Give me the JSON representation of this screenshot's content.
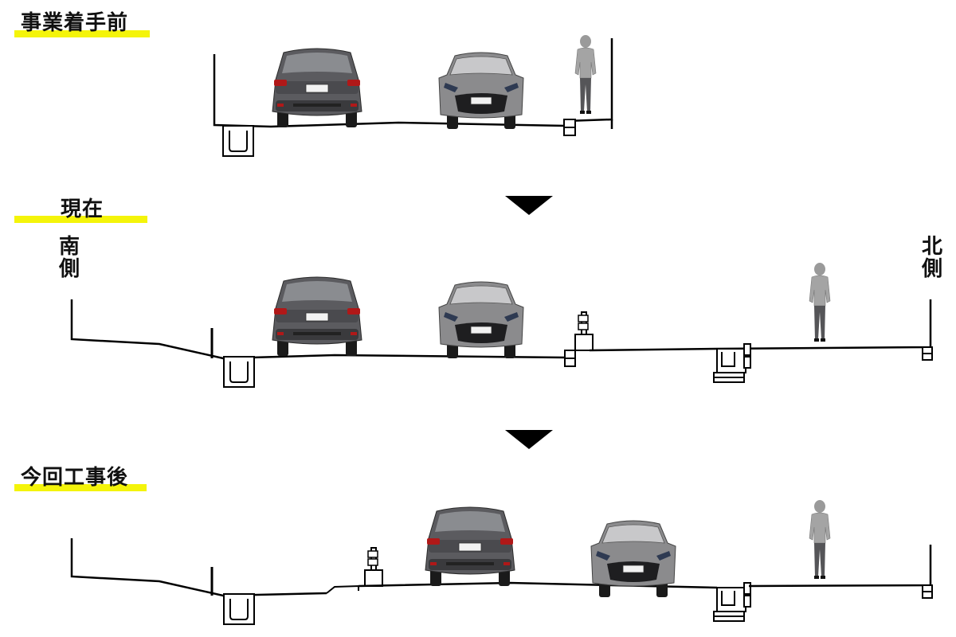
{
  "stages": [
    {
      "label": "事業着手前"
    },
    {
      "label": "現在"
    },
    {
      "label": "今回工事後"
    }
  ],
  "sides": {
    "south": [
      "南",
      "側"
    ],
    "north": [
      "北",
      "側"
    ]
  },
  "colors": {
    "highlight": "#f4f40a",
    "line": "#000000",
    "suv_body": "#5a5a5e",
    "hatch_body": "#8a8a8c",
    "person": "#8c8c8c"
  }
}
